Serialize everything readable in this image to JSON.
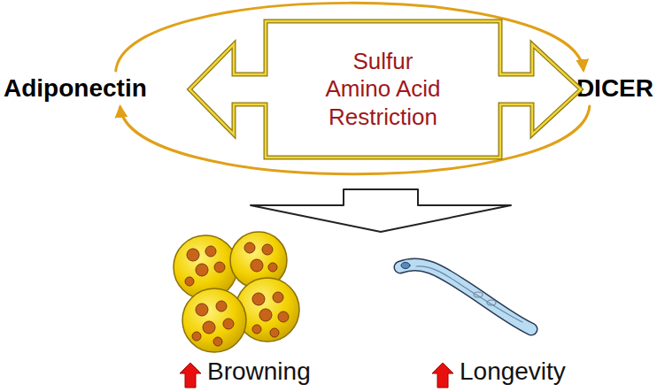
{
  "diagram": {
    "nodes": [
      {
        "text": [
          "Adiponectin"
        ]
      },
      {
        "text": [
          "DICER"
        ]
      },
      {
        "text": [
          "Sulfur Amino Acid Restriction"
        ]
      }
    ],
    "edges": [
      {
        "from": 0,
        "to": 1,
        "arrow": "to"
      },
      {
        "from": 1,
        "to": 0,
        "arrow": "to"
      }
    ],
    "labels": [
      "Browning",
      "Longevity"
    ]
  }
}
